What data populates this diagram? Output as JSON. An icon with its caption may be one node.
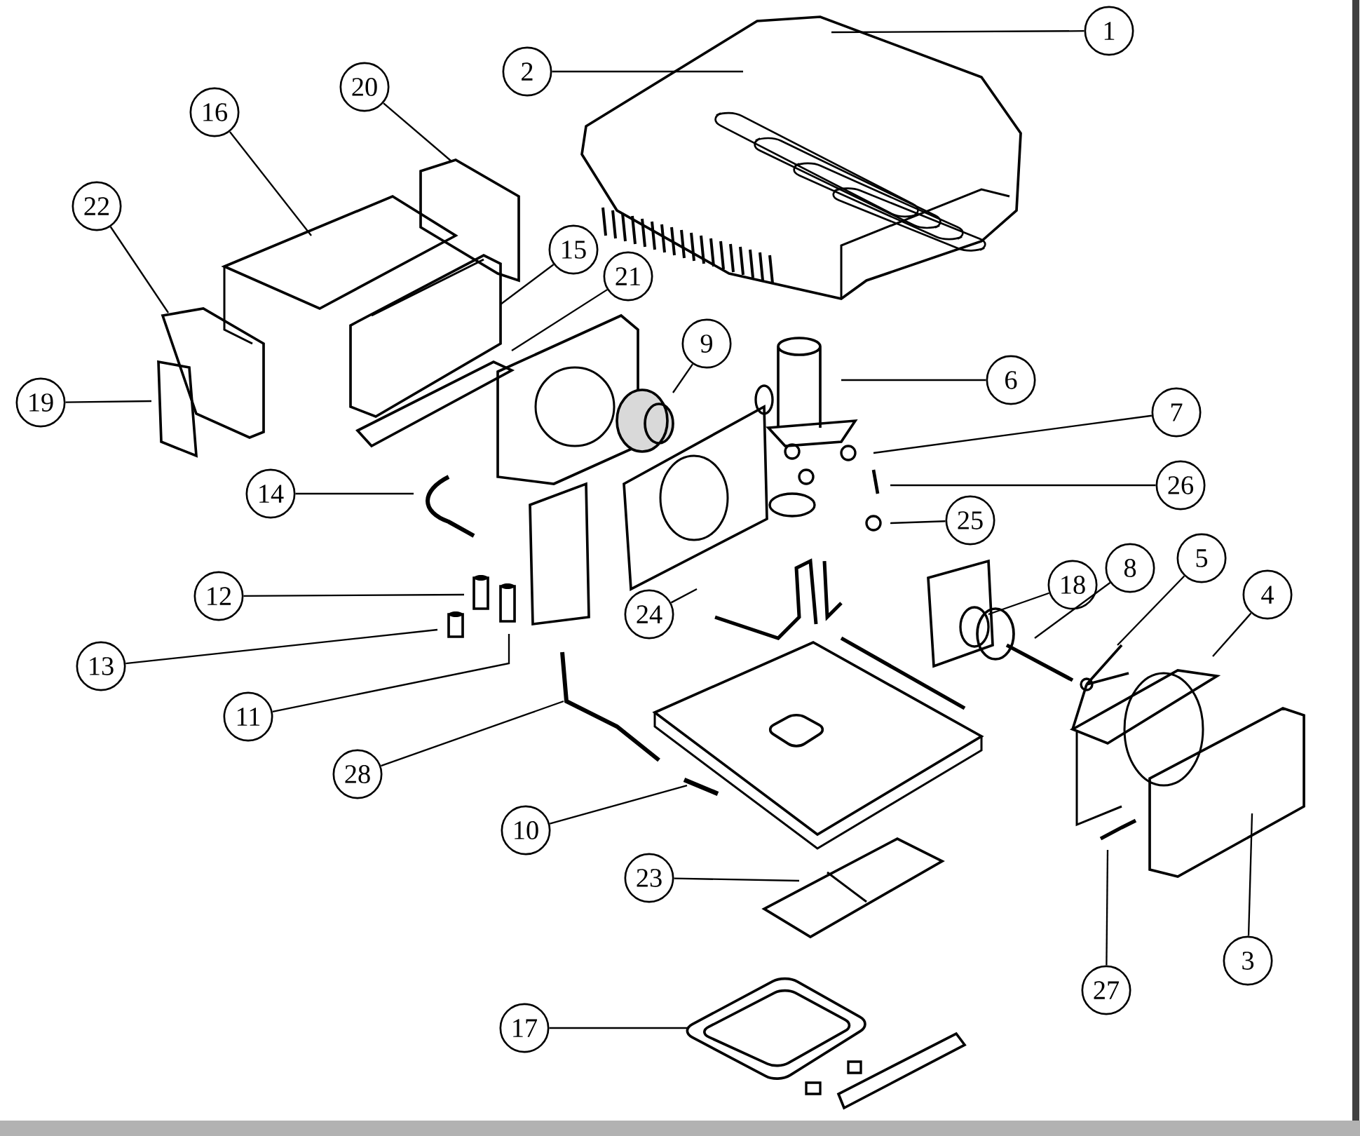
{
  "diagram": {
    "nodes": [
      {
        "text": [
          "1"
        ]
      },
      {
        "text": [
          "2"
        ]
      },
      {
        "text": [
          "20"
        ]
      },
      {
        "text": [
          "16"
        ]
      },
      {
        "text": [
          "22"
        ]
      },
      {
        "text": [
          "15"
        ]
      },
      {
        "text": [
          "21"
        ]
      },
      {
        "text": [
          "9"
        ]
      },
      {
        "text": [
          "6"
        ]
      },
      {
        "text": [
          "19"
        ]
      },
      {
        "text": [
          "7"
        ]
      },
      {
        "text": [
          "26"
        ]
      },
      {
        "text": [
          "14"
        ]
      },
      {
        "text": [
          "25"
        ]
      },
      {
        "text": [
          "5"
        ]
      },
      {
        "text": [
          "8"
        ]
      },
      {
        "text": [
          "18"
        ]
      },
      {
        "text": [
          "4"
        ]
      },
      {
        "text": [
          "12"
        ]
      },
      {
        "text": [
          "24"
        ]
      },
      {
        "text": [
          "13"
        ]
      },
      {
        "text": [
          "11"
        ]
      },
      {
        "text": [
          "28"
        ]
      },
      {
        "text": [
          "10"
        ]
      },
      {
        "text": [
          "23"
        ]
      },
      {
        "text": [
          "3"
        ]
      },
      {
        "text": [
          "27"
        ]
      },
      {
        "text": [
          "17"
        ]
      }
    ],
    "edges": [
      {
        "from": 0,
        "to": null,
        "arrow": "none"
      },
      {
        "from": 1,
        "to": null,
        "arrow": "none"
      },
      {
        "from": 2,
        "to": null,
        "arrow": "none"
      },
      {
        "from": 3,
        "to": null,
        "arrow": "none"
      },
      {
        "from": 4,
        "to": null,
        "arrow": "none"
      },
      {
        "from": 5,
        "to": null,
        "arrow": "none"
      },
      {
        "from": 6,
        "to": null,
        "arrow": "none"
      },
      {
        "from": 7,
        "to": null,
        "arrow": "none"
      },
      {
        "from": 8,
        "to": null,
        "arrow": "none"
      },
      {
        "from": 9,
        "to": null,
        "arrow": "none"
      },
      {
        "from": 10,
        "to": null,
        "arrow": "none"
      },
      {
        "from": 11,
        "to": null,
        "arrow": "none"
      },
      {
        "from": 12,
        "to": null,
        "arrow": "none"
      },
      {
        "from": 13,
        "to": null,
        "arrow": "none"
      },
      {
        "from": 14,
        "to": null,
        "arrow": "none"
      },
      {
        "from": 15,
        "to": null,
        "arrow": "none"
      },
      {
        "from": 16,
        "to": null,
        "arrow": "none"
      },
      {
        "from": 17,
        "to": null,
        "arrow": "none"
      },
      {
        "from": 18,
        "to": null,
        "arrow": "none"
      },
      {
        "from": 19,
        "to": null,
        "arrow": "none"
      },
      {
        "from": 20,
        "to": null,
        "arrow": "none"
      },
      {
        "from": 21,
        "to": null,
        "arrow": "none"
      },
      {
        "from": 22,
        "to": null,
        "arrow": "none"
      },
      {
        "from": 23,
        "to": null,
        "arrow": "none"
      },
      {
        "from": 24,
        "to": null,
        "arrow": "none"
      },
      {
        "from": 25,
        "to": null,
        "arrow": "none"
      },
      {
        "from": 26,
        "to": null,
        "arrow": "none"
      },
      {
        "from": 27,
        "to": null,
        "arrow": "none"
      }
    ]
  }
}
